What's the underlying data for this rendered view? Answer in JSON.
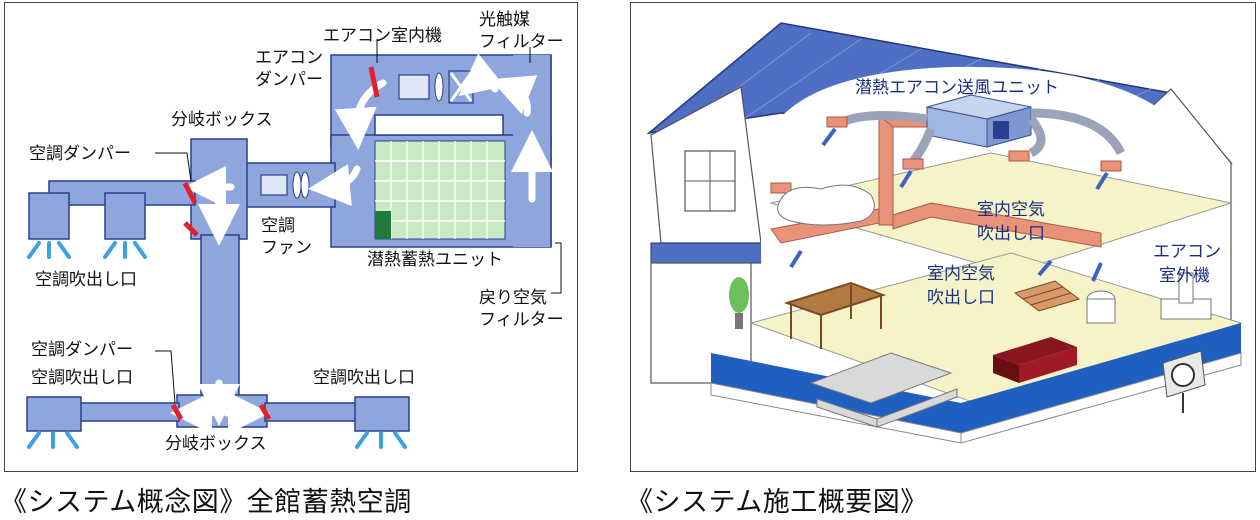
{
  "concept": {
    "caption": "《システム概念図》全館蓄熱空調",
    "labels": {
      "aircon_indoor": "エアコン室内機",
      "photocatalyst_1": "光触媒",
      "photocatalyst_2": "フィルター",
      "aircon_damper_1": "エアコン",
      "aircon_damper_2": "ダンパー",
      "branch_box_upper": "分岐ボックス",
      "ac_damper_upper": "空調ダンパー",
      "ac_fan_1": "空調",
      "ac_fan_2": "ファン",
      "latent_unit": "潜熱蓄熱ユニット",
      "ac_outlet_upper": "空調吹出し口",
      "return_filter_1": "戻り空気",
      "return_filter_2": "フィルター",
      "ac_damper_lower": "空調ダンパー",
      "ac_outlet_lower_left": "空調吹出し口",
      "ac_outlet_lower_right": "空調吹出し口",
      "branch_box_lower": "分岐ボックス"
    }
  },
  "construction": {
    "caption": "《システム施工概要図》",
    "labels": {
      "latent_fan_unit": "潜熱エアコン送風ユニット",
      "indoor_outlet_1a": "室内空気",
      "indoor_outlet_1b": "吹出し口",
      "indoor_outlet_2a": "室内空気",
      "indoor_outlet_2b": "吹出し口",
      "outdoor_unit_1": "エアコン",
      "outdoor_unit_2": "室外機"
    }
  },
  "colors": {
    "duct_fill": "#8fa6dc",
    "duct_stroke": "#2b3f8f",
    "damper": "#e0202a",
    "air_arrow": "#ffffff",
    "outlet_arrow": "#3aa0e8",
    "storage_grid": "#c9e8c4",
    "storage_dark": "#1f7a3c",
    "roof": "#4f6fc4",
    "floor": "#f7f3c8",
    "foundation": "#1f5fc0",
    "copper_duct": "#e8927a",
    "sofa": "#8a1620"
  }
}
